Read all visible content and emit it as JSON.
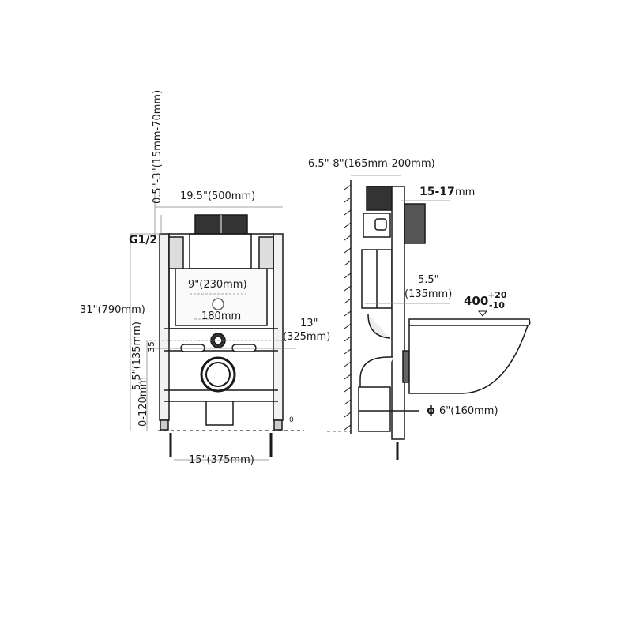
{
  "front_view": {
    "dim_width_top": "19.5\"(500mm)",
    "dim_adjust_top": "0.5\"-3\"(15mm-70mm)",
    "dim_height": "31\"(790mm)",
    "dim_pipe_height": "5.5\"(135mm)",
    "dim_foot_adjust": "0-120mm",
    "dim_35": "35",
    "dim_panel_width": "9\"(230mm)",
    "dim_bolt_spacing": "180mm",
    "dim_outlet_height_in": "13\"",
    "dim_outlet_height_mm": "(325mm)",
    "dim_feet_spacing": "15\"(375mm)",
    "inlet_label": "G1/2",
    "zero_mark": "0"
  },
  "side_view": {
    "dim_depth": "6.5\"-8\"(165mm-200mm)",
    "dim_panel_thickness": "15-17",
    "dim_panel_thickness_unit": "mm",
    "dim_offset_in": "5.5\"",
    "dim_offset_mm": "(135mm)",
    "seat_height": "400",
    "seat_height_plus": "+20",
    "seat_height_minus": "-10",
    "dim_pipe_diameter_symbol": "ϕ",
    "dim_pipe_diameter": "6\"(160mm)"
  },
  "colors": {
    "line": "#1a1a1a",
    "dim_line": "#888888",
    "frame_fill": "#f2f2f2",
    "dark_fill": "#333333"
  }
}
